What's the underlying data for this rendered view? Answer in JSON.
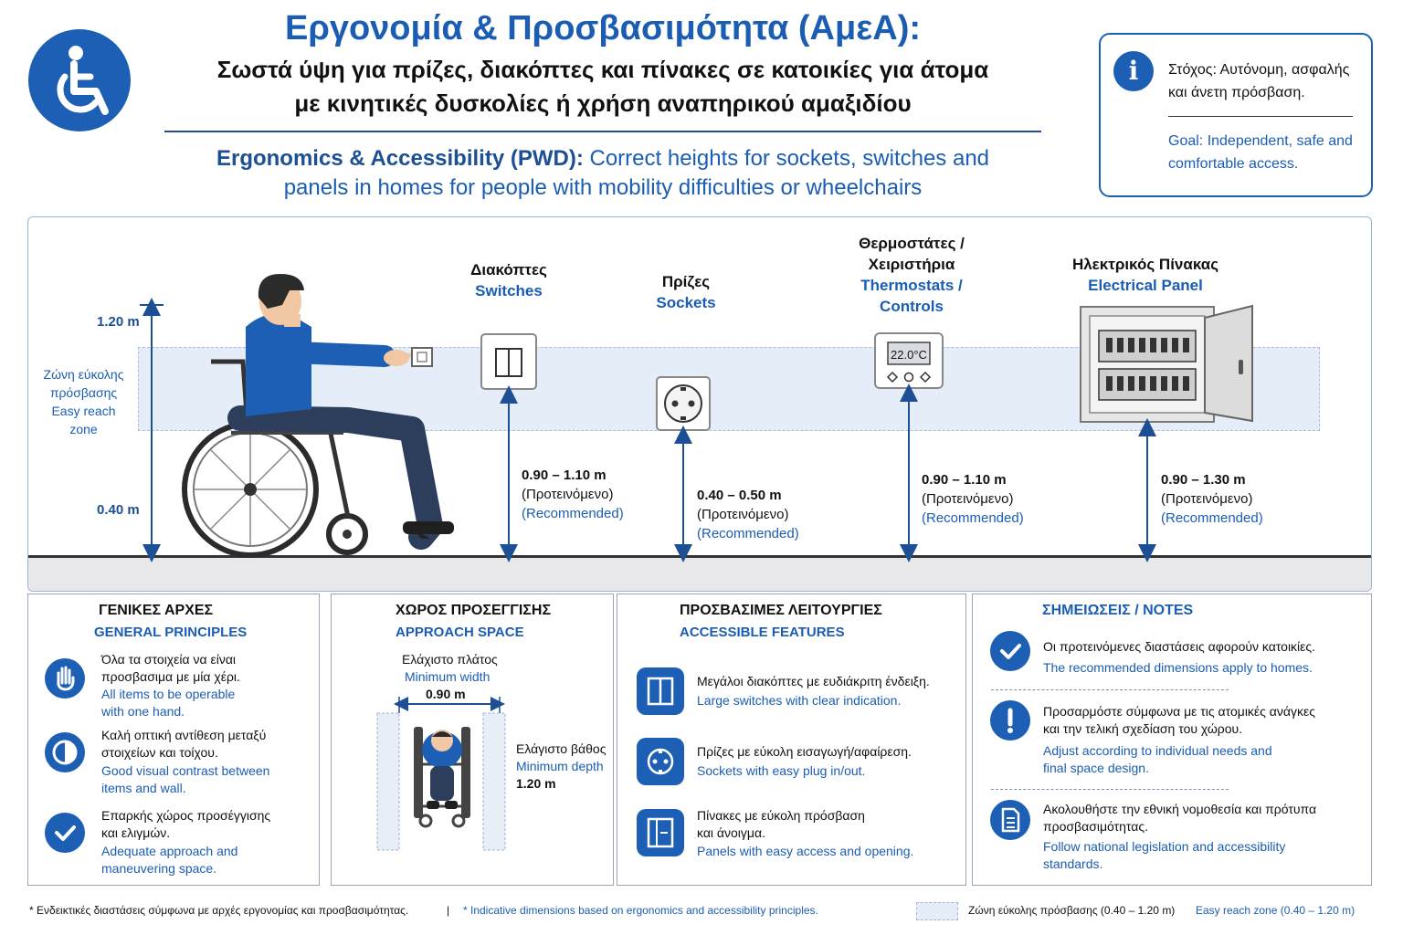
{
  "header": {
    "title": "Εργονομία & Προσβασιμότητα (ΑμεΑ):",
    "subtitle_gr_line1": "Σωστά ύψη για πρίζες, διακόπτες και πίνακες σε κατοικίες για άτομα",
    "subtitle_gr_line2": "με κινητικές δυσκολίες ή χρήση αναπηρικού αμαξιδίου",
    "subtitle_en_bold": "Ergonomics & Accessibility (PWD):",
    "subtitle_en_line1": "Correct heights for sockets, switches and",
    "subtitle_en_line2": "panels in homes for people with mobility difficulties or wheelchairs",
    "logo_icon": "wheelchair-icon"
  },
  "goal": {
    "icon": "info-icon",
    "icon_glyph": "i",
    "gr": "Στόχος: Αυτόνομη, ασφαλής και άνετη πρόσβαση.",
    "en": "Goal: Independent, safe and comfortable access."
  },
  "diagram": {
    "level_top": "1.20 m",
    "level_bottom": "0.40 m",
    "zone_gr_1": "Ζώνη εύκολης",
    "zone_gr_2": "πρόσβασης",
    "zone_en_1": "Easy reach",
    "zone_en_2": "zone",
    "devices": [
      {
        "gr": "Διακόπτες",
        "en": "Switches",
        "range": "0.90 – 1.10 m",
        "rec_gr": "(Προτεινόμενο)",
        "rec_en": "(Recommended)"
      },
      {
        "gr": "Πρίζες",
        "en": "Sockets",
        "range": "0.40 – 0.50 m",
        "rec_gr": "(Προτεινόμενο)",
        "rec_en": "(Recommended)"
      },
      {
        "gr_1": "Θερμοστάτες /",
        "gr_2": "Χειριστήρια",
        "en_1": "Thermostats /",
        "en_2": "Controls",
        "range": "0.90 – 1.10 m",
        "rec_gr": "(Προτεινόμενο)",
        "rec_en": "(Recommended)",
        "display": "22.0°C"
      },
      {
        "gr": "Ηλεκτρικός Πίνακας",
        "en": "Electrical Panel",
        "range": "0.90 – 1.30 m",
        "rec_gr": "(Προτεινόμενο)",
        "rec_en": "(Recommended)"
      }
    ]
  },
  "general": {
    "title": "ΓΕΝΙΚΕΣ ΑΡΧΕΣ",
    "subtitle": "GENERAL PRINCIPLES",
    "items": [
      {
        "icon": "hand-icon",
        "gr_1": "Όλα τα στοιχεία να είναι",
        "gr_2": "προσβασιμα με μία χέρι.",
        "en_1": "All items to be operable",
        "en_2": "with one hand."
      },
      {
        "icon": "contrast-icon",
        "gr_1": "Καλή οπτική αντίθεση μεταξύ",
        "gr_2": "στοιχείων και τοίχου.",
        "en_1": "Good visual contrast between",
        "en_2": "items and wall."
      },
      {
        "icon": "check-icon",
        "gr_1": "Επαρκής χώρος προσέγγισης",
        "gr_2": "και ελιγμών.",
        "en_1": "Adequate approach and",
        "en_2": "maneuvering space."
      }
    ]
  },
  "approach": {
    "title": "ΧΩΡΟΣ ΠΡΟΣΕΓΓΙΣΗΣ",
    "subtitle": "APPROACH SPACE",
    "width_gr": "Ελάχιστο πλάτος",
    "width_en": "Minimum width",
    "width_val": "0.90 m",
    "depth_gr": "Ελάγιστο βάθος",
    "depth_en": "Minimum depth",
    "depth_val": "1.20 m"
  },
  "features": {
    "title": "ΠΡΟΣΒΑΣΙΜΕΣ ΛΕΙΤΟΥΡΓΙΕΣ",
    "subtitle": "ACCESSIBLE FEATURES",
    "items": [
      {
        "icon": "switch-icon",
        "gr": "Μεγάλοι διακόπτες με ευδιάκριτη ένδειξη.",
        "en": "Large switches with clear indication."
      },
      {
        "icon": "socket-icon",
        "gr": "Πρίζες με εύκολη εισαγωγή/αφαίρεση.",
        "en": "Sockets with easy plug in/out."
      },
      {
        "icon": "panel-icon",
        "gr_1": "Πίνακες με εύκολη πρόσβαση",
        "gr_2": "και άνοιγμα.",
        "en": "Panels with easy access and opening."
      }
    ]
  },
  "notes": {
    "title_gr": "ΣΗΜΕΙΩΣΕΙΣ",
    "title_sep": " / ",
    "title_en": "NOTES",
    "items": [
      {
        "icon": "check-icon",
        "gr": "Οι προτεινόμενες διαστάσεις αφορούν κατοικίες.",
        "en": "The recommended dimensions apply to homes."
      },
      {
        "icon": "exclamation-icon",
        "gr_1": "Προσαρμόστε σύμφωνα με τις ατομικές ανάγκες",
        "gr_2": "και την τελική σχεδίαση του χώρου.",
        "en_1": "Adjust according to individual needs and",
        "en_2": "final space design."
      },
      {
        "icon": "document-icon",
        "gr_1": "Ακολουθήστε την εθνική νομοθεσία και πρότυπα",
        "gr_2": "προσβασιμότητας.",
        "en_1": "Follow national legislation and accessibility",
        "en_2": "standards."
      }
    ]
  },
  "footer": {
    "note_gr": "* Ενδεικτικές διαστάσεις σύμφωνα με αρχές εργονομίας και προσβασιμότητας.",
    "divider": "|",
    "note_en": "* Indicative dimensions based on ergonomics and accessibility principles.",
    "legend_gr": "Ζώνη εύκολης πρόσβασης (0.40 – 1.20 m)",
    "legend_en": "Easy reach zone (0.40 – 1.20 m)"
  },
  "colors": {
    "primary": "#1d5fb4",
    "dark_blue": "#1d4f94",
    "zone_fill": "#e5eef8",
    "text": "#111111"
  }
}
